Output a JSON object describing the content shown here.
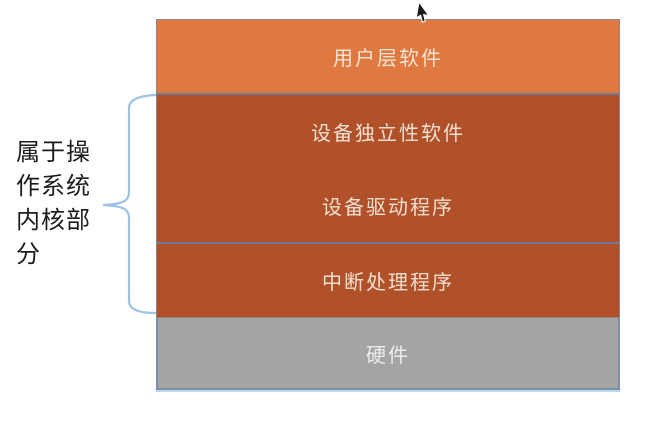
{
  "canvas": {
    "background": "#ffffff"
  },
  "annotation": {
    "label": "属于操作系统内核部分",
    "text_color": "#1c1c1c",
    "brace_color": "#9cc2e5"
  },
  "stack": {
    "divider_color": "#6e7b94",
    "outer_border_color": "#8d8681",
    "layers": [
      {
        "id": "user-software",
        "label": "用户层软件",
        "bg": "#df7940",
        "text_color": "#f5e3d4"
      },
      {
        "id": "device-independent-software",
        "label": "设备独立性软件",
        "bg": "#b0512a",
        "text_color": "#f2dfd1"
      },
      {
        "id": "device-driver",
        "label": "设备驱动程序",
        "bg": "#b0512a",
        "text_color": "#f2dfd1"
      },
      {
        "id": "interrupt-handler",
        "label": "中断处理程序",
        "bg": "#b0512a",
        "text_color": "#f2dfd1"
      },
      {
        "id": "hardware",
        "label": "硬件",
        "bg": "#a5a4a3",
        "text_color": "#efedeb",
        "border_color": "#7b90a8"
      }
    ]
  },
  "cursor": {
    "name": "mouse-pointer-arrow",
    "color": "#1a1a1a"
  }
}
